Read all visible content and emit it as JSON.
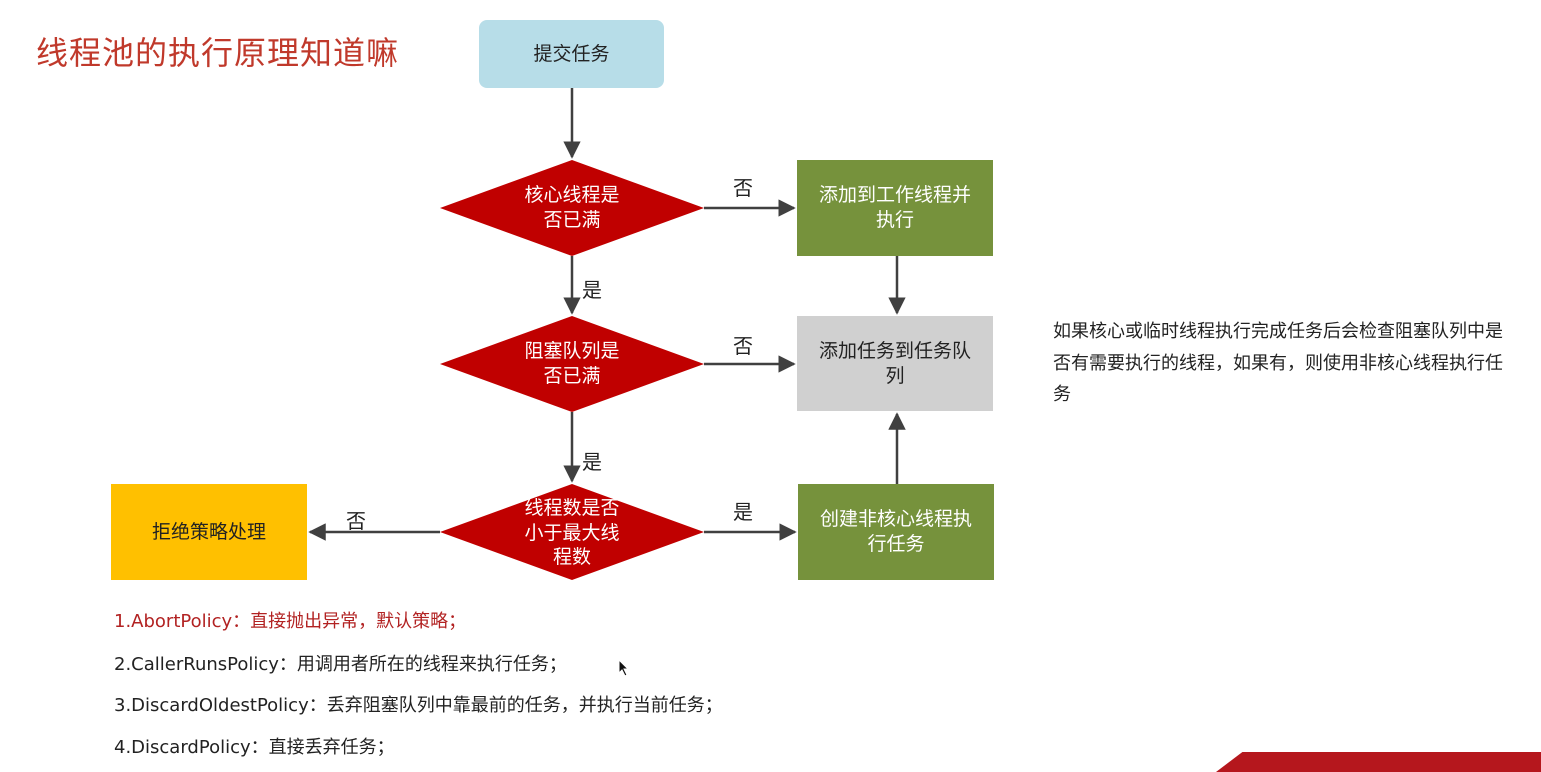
{
  "title": "线程池的执行原理知道嘛",
  "nodes": {
    "submit": "提交任务",
    "core_full": "核心线程是\n否已满",
    "add_worker": "添加到工作线程并\n执行",
    "queue_full": "阻塞队列是\n否已满",
    "add_queue": "添加任务到任务队\n列",
    "less_max": "线程数是否\n小于最大线\n程数",
    "create_noncore": "创建非核心线程执\n行任务",
    "reject": "拒绝策略处理"
  },
  "edge_labels": {
    "core_no": "否",
    "core_yes": "是",
    "queue_no": "否",
    "queue_yes": "是",
    "max_yes": "是",
    "max_no": "否"
  },
  "note": "如果核心或临时线程执行完成任务后会检查阻塞队列中是否有需要执行的线程，如果有，则使用非核心线程执行任务",
  "policies": [
    "1.AbortPolicy：直接抛出异常，默认策略；",
    "2.CallerRunsPolicy：用调用者所在的线程来执行任务；",
    "3.DiscardOldestPolicy：丢弃阻塞队列中靠最前的任务，并执行当前任务；",
    "4.DiscardPolicy：直接丢弃任务；"
  ],
  "colors": {
    "title": "#c0392b",
    "start": "#b7dde8",
    "decision": "#c00000",
    "action_green": "#76923c",
    "action_gray": "#d0d0d0",
    "reject": "#ffc000",
    "arrow": "#404040",
    "banner": "#b5171d"
  }
}
